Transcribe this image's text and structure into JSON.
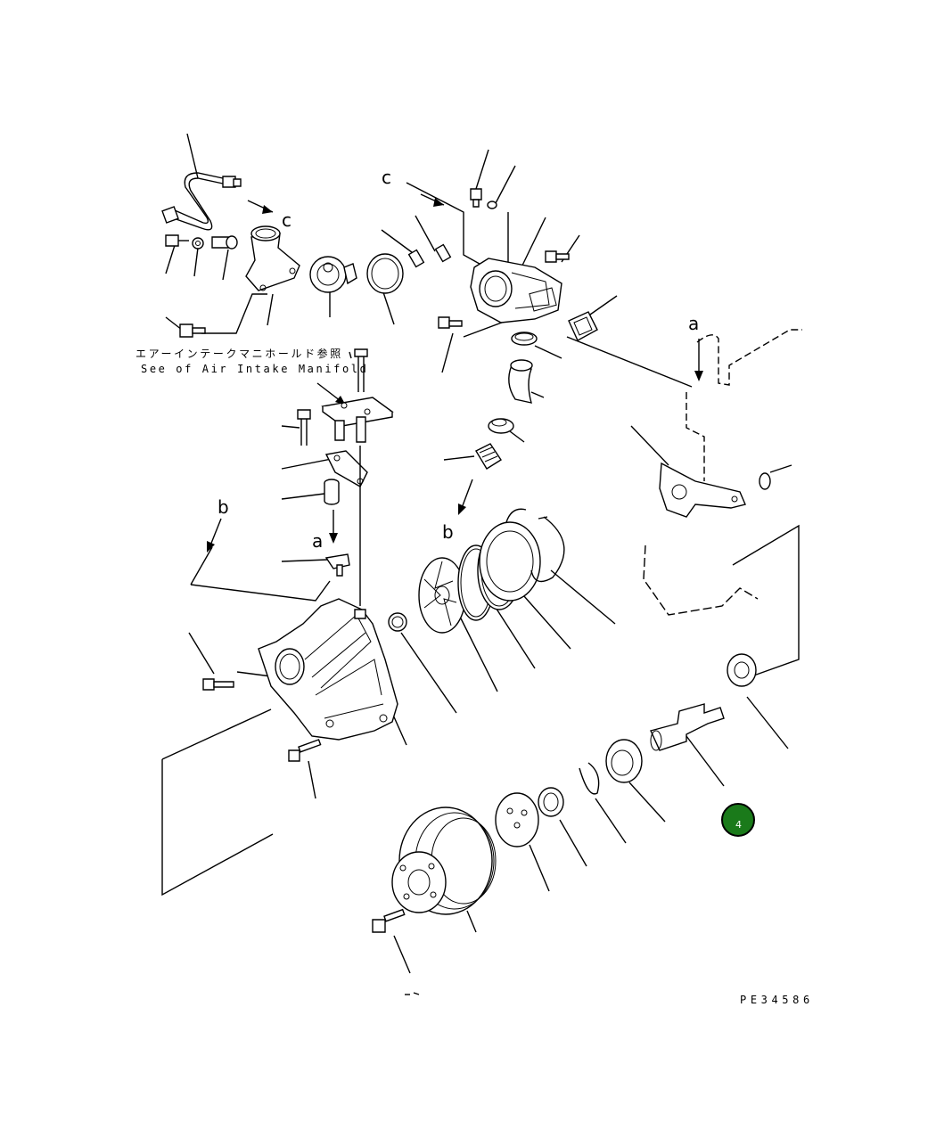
{
  "diagram": {
    "labels": {
      "c_upper_left": "c",
      "c_upper_mid": "c",
      "a_right": "a",
      "a_mid": "a",
      "b_left": "b",
      "b_mid": "b"
    },
    "note_japanese": "エアーインテークマニホールド参照",
    "note_english": "See of Air Intake Manifold",
    "drawing_code": "PE34586",
    "badge": {
      "number": "4",
      "color": "#1a7a1a"
    }
  }
}
